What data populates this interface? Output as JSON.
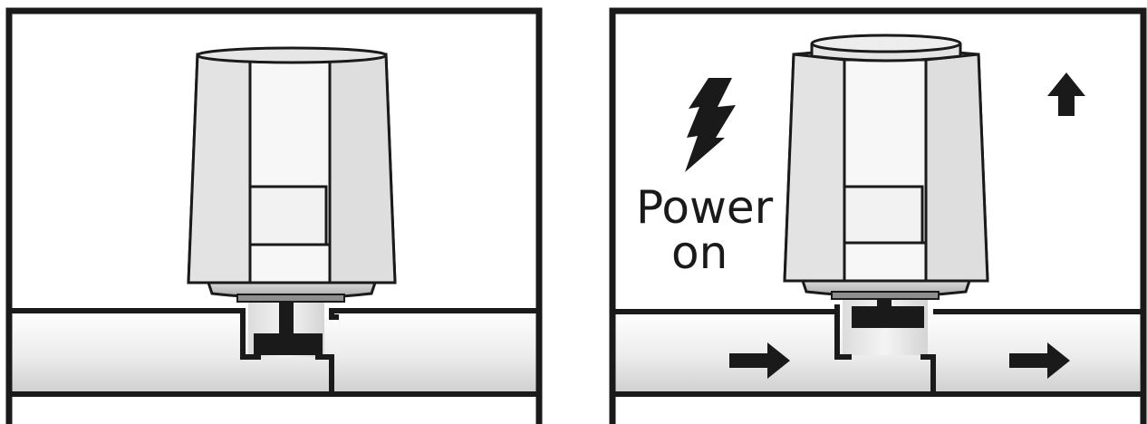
{
  "panels": [
    {
      "state": "closed",
      "power_label_line1": "",
      "power_label_line2": ""
    },
    {
      "state": "open",
      "power_label_line1": "Power",
      "power_label_line2": "on"
    }
  ],
  "icons": {
    "left": [],
    "right": [
      "lightning-bolt-icon",
      "arrow-up-icon",
      "arrow-right-icon",
      "arrow-right-icon"
    ]
  },
  "colors": {
    "stroke": "#1a1a1a",
    "actuator_body": "#efefef",
    "actuator_side": "#d6d6d6",
    "pipe_light": "#f6f6f6",
    "pipe_dark": "#d2d2d2"
  }
}
